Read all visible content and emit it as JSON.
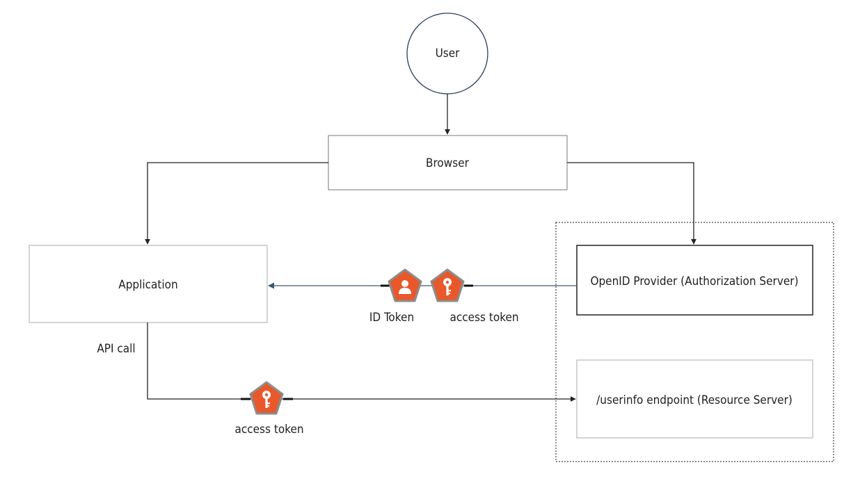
{
  "nodes": {
    "user": "User",
    "browser": "Browser",
    "application": "Application",
    "openid_provider": "OpenID Provider (Authorization Server)",
    "userinfo_endpoint": "/userinfo endpoint (Resource Server)"
  },
  "edge_labels": {
    "api_call": "API call",
    "id_token": "ID Token",
    "access_token_top": "access token",
    "access_token_bottom": "access token"
  },
  "icons": {
    "id_token": "user-pentagon-icon",
    "access_token": "key-pentagon-icon"
  },
  "colors": {
    "token_icon_fill": "#e8582a",
    "token_icon_border": "#8a8a8a",
    "user_circle_stroke": "#2a3d5c",
    "token_flow_line": "#3e5672",
    "connector": "#222222"
  }
}
